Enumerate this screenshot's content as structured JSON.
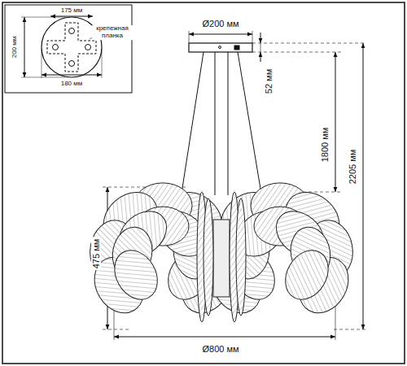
{
  "diagram": {
    "labels": [
      "175 мм",
      "крепежная планка",
      "200 мм",
      "180 мм",
      "Ø200 мм",
      "52 мм",
      "1800 мм",
      "2205 мм",
      "475 мм",
      "Ø800 мм"
    ]
  }
}
